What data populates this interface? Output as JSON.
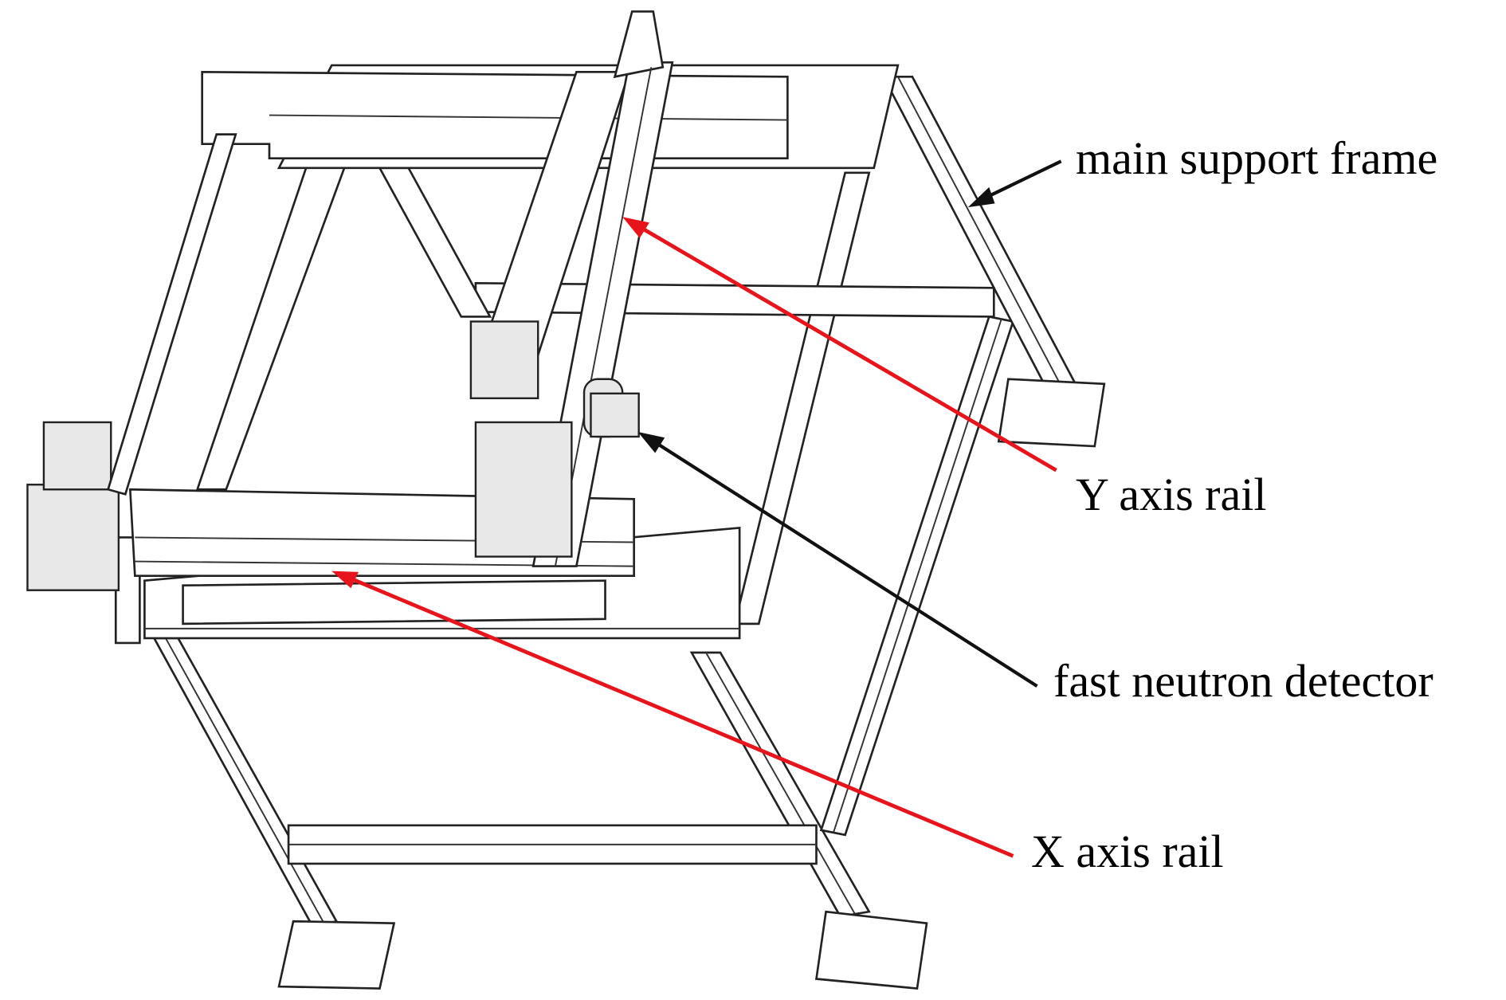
{
  "labels": {
    "main_support_frame": "main support frame",
    "y_axis_rail": "Y axis rail",
    "fast_neutron_detector": "fast neutron detector",
    "x_axis_rail": "X axis rail"
  },
  "colors": {
    "red_leader": "#e8141c",
    "black_leader": "#111111"
  }
}
